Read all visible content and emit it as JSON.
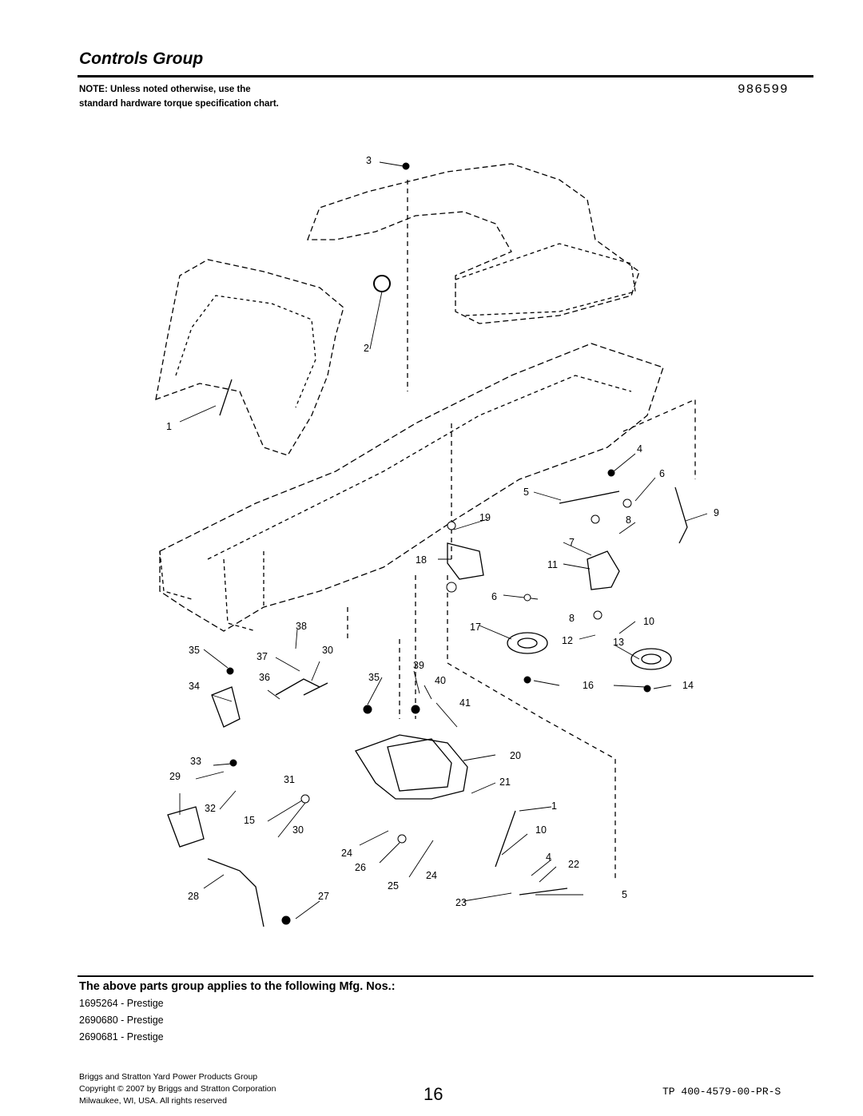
{
  "header": {
    "title": "Controls Group",
    "note": "NOTE: Unless noted otherwise, use the standard hardware torque specification chart.",
    "diagram_number": "986599"
  },
  "callouts": [
    "1",
    "2",
    "3",
    "4",
    "5",
    "6",
    "7",
    "8",
    "9",
    "10",
    "11",
    "12",
    "13",
    "14",
    "15",
    "16",
    "17",
    "18",
    "19",
    "20",
    "21",
    "22",
    "23",
    "24",
    "25",
    "26",
    "27",
    "28",
    "29",
    "30",
    "31",
    "32",
    "33",
    "34",
    "35",
    "36",
    "37",
    "38",
    "39",
    "40",
    "41"
  ],
  "applies": {
    "heading": "The above parts group applies to the following Mfg. Nos.:",
    "models": [
      "1695264 - Prestige",
      "2690680 - Prestige",
      "2690681 - Prestige"
    ]
  },
  "footer": {
    "company": "Briggs and Stratton Yard Power Products Group",
    "copyright": "Copyright ©  2007 by Briggs and Stratton Corporation",
    "address": "Milwaukee, WI, USA. All rights reserved",
    "page_number": "16",
    "doc_code": "TP 400-4579-00-PR-S"
  }
}
